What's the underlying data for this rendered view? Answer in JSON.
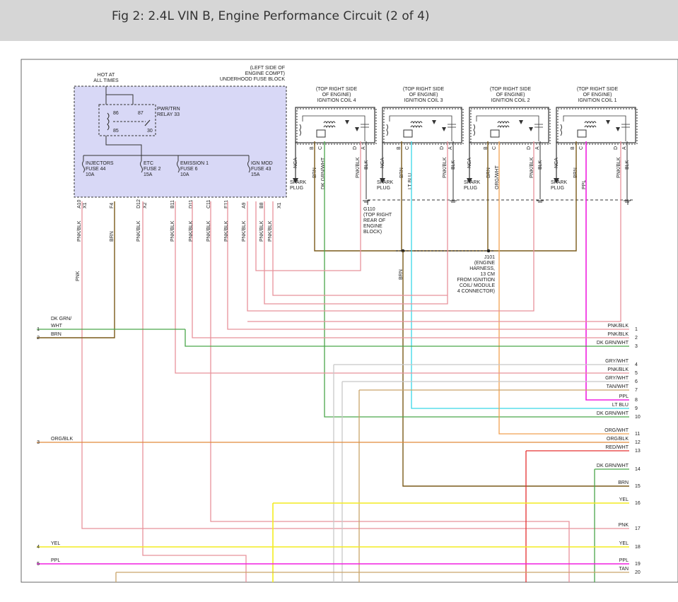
{
  "header": {
    "title": "Fig 2: 2.4L VIN B, Engine Performance Circuit (2 of 4)"
  },
  "fuse_block": {
    "location": [
      "(LEFT SIDE OF",
      "ENGINE COMPT)",
      "UNDERHOOD FUSE BLOCK"
    ],
    "hot": [
      "HOT AT",
      "ALL TIMES"
    ],
    "relay": {
      "label": [
        "PWR/TRN",
        "RELAY 33"
      ],
      "pins": [
        "86",
        "87",
        "85",
        "30"
      ]
    },
    "fuses": [
      {
        "label": [
          "INJECTORS",
          "FUSE 44",
          "10A"
        ]
      },
      {
        "label": [
          "ETC",
          "FUSE 2",
          "15A"
        ]
      },
      {
        "label": [
          "EMISSION 1",
          "FUSE 6",
          "10A"
        ]
      },
      {
        "label": [
          "IGN MOD",
          "FUSE 43",
          "15A"
        ]
      }
    ],
    "connectors": [
      "A10",
      "X1",
      "F4",
      "D12",
      "X2",
      "B11",
      "D11",
      "C11",
      "E11",
      "A9",
      "B8",
      "X1"
    ],
    "wire_labels": [
      "PNK/BLK",
      "BRN",
      "PNK/BLK",
      "PNK/BLK",
      "PNK/BLK",
      "PNK/BLK",
      "PNK/BLK",
      "PNK/BLK",
      "PNK/BLK",
      "PNK/BLK"
    ]
  },
  "coils": [
    {
      "label": [
        "(TOP RIGHT SIDE",
        "OF ENGINE)",
        "IGNITION COIL 4"
      ],
      "pins": [
        "B",
        "C",
        "D",
        "A"
      ],
      "wires": [
        "NCA",
        "BRN",
        "DK GRN/WHT",
        "PNK/BLK",
        "BLK"
      ]
    },
    {
      "label": [
        "(TOP RIGHT SIDE",
        "OF ENGINE)",
        "IGNITION COIL 3"
      ],
      "pins": [
        "B",
        "C",
        "D",
        "A"
      ],
      "wires": [
        "NCA",
        "BRN",
        "LT BLU",
        "PNK/BLK",
        "BLK"
      ]
    },
    {
      "label": [
        "(TOP RIGHT SIDE",
        "OF ENGINE)",
        "IGNITION COIL 2"
      ],
      "pins": [
        "B",
        "C",
        "D",
        "A"
      ],
      "wires": [
        "NCA",
        "BRN",
        "ORG/WHT",
        "PNK/BLK",
        "BLK"
      ]
    },
    {
      "label": [
        "(TOP RIGHT SIDE",
        "OF ENGINE)",
        "IGNITION COIL 1"
      ],
      "pins": [
        "B",
        "C",
        "D",
        "A"
      ],
      "wires": [
        "NCA",
        "BRN",
        "PPL",
        "PNK/BLK",
        "BLK"
      ]
    }
  ],
  "spark_plug": [
    "SPARK",
    "PLUG"
  ],
  "ground": [
    "G110",
    "(TOP RIGHT",
    "REAR OF",
    "ENGINE",
    "BLOCK)"
  ],
  "splice": [
    "J101",
    "(ENGINE",
    "HARNESS,",
    "13 CM",
    "FROM IGNITION",
    "COIL/ MODULE",
    "4 CONNECTOR)"
  ],
  "misc": {
    "pnk": "PNK",
    "brn": "BRN"
  },
  "left_wires": [
    {
      "num": "1",
      "label": [
        "DK GRN/",
        "WHT"
      ]
    },
    {
      "num": "2",
      "label": [
        "BRN"
      ]
    },
    {
      "num": "3",
      "label": [
        "ORG/BLK"
      ]
    },
    {
      "num": "4",
      "label": [
        "YEL"
      ]
    },
    {
      "num": "5",
      "label": [
        "PPL"
      ]
    }
  ],
  "right_wires": [
    {
      "num": "1",
      "label": "PNK/BLK"
    },
    {
      "num": "2",
      "label": "PNK/BLK"
    },
    {
      "num": "3",
      "label": "DK GRN/WHT"
    },
    {
      "num": "4",
      "label": "GRY/WHT"
    },
    {
      "num": "5",
      "label": "PNK/BLK"
    },
    {
      "num": "6",
      "label": "GRY/WHT"
    },
    {
      "num": "7",
      "label": "TAN/WHT"
    },
    {
      "num": "8",
      "label": "PPL"
    },
    {
      "num": "9",
      "label": "LT BLU"
    },
    {
      "num": "10",
      "label": "DK GRN/WHT"
    },
    {
      "num": "11",
      "label": "ORG/WHT"
    },
    {
      "num": "12",
      "label": "ORG/BLK"
    },
    {
      "num": "13",
      "label": "RED/WHT"
    },
    {
      "num": "14",
      "label": "DK GRN/WHT"
    },
    {
      "num": "15",
      "label": "BRN"
    },
    {
      "num": "16",
      "label": "YEL"
    },
    {
      "num": "17",
      "label": "PNK"
    },
    {
      "num": "18",
      "label": "YEL"
    },
    {
      "num": "19",
      "label": "PPL"
    },
    {
      "num": "20",
      "label": "TAN"
    }
  ],
  "colors": {
    "pnk": "#e8929b",
    "brn": "#7a5a1a",
    "dkgrn": "#4aa64a",
    "ltblu": "#39d7e8",
    "orgwht": "#f0a050",
    "orgblk": "#e08a3a",
    "gry": "#c8c8c8",
    "tan": "#c9a46a",
    "ppl": "#f020e0",
    "yel": "#f4ec20",
    "red": "#e53030",
    "fuseblock": "#d8d8f6"
  }
}
